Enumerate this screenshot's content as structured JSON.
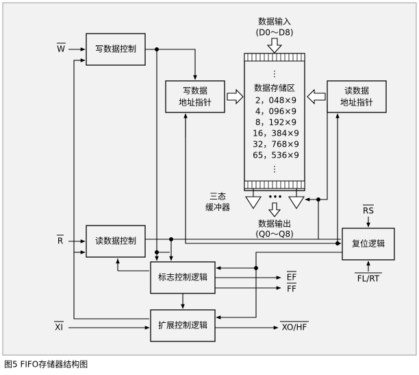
{
  "blocks": {
    "write_ctrl": "写数据控制",
    "write_ptr": [
      "写数据",
      "地址指针"
    ],
    "read_ptr": [
      "读数据",
      "地址指针"
    ],
    "read_ctrl": "读数据控制",
    "flag_ctrl": "标志控制逻辑",
    "expand_ctrl": "扩展控制逻辑",
    "reset_logic": "复位逻辑"
  },
  "memory": {
    "input_label": "数据输入",
    "input_range": "(D0～D8)",
    "title": "数据存储区",
    "sizes": [
      "2，048×9",
      "4，096×9",
      "8，192×9",
      "16，384×9",
      "32，768×9",
      "65，536×9"
    ],
    "output_label": "数据输出",
    "output_range": "(Q0～Q8)"
  },
  "buffer_label": [
    "三态",
    "缓冲器"
  ],
  "signals": {
    "w": "W",
    "r": "R",
    "xi": "XI",
    "ef": "EF",
    "ff": "FF",
    "rs": "RS",
    "fl_rt": "FL/RT",
    "xo_hf": "XO/HF"
  },
  "caption": "图5  FIFO存储器结构图"
}
